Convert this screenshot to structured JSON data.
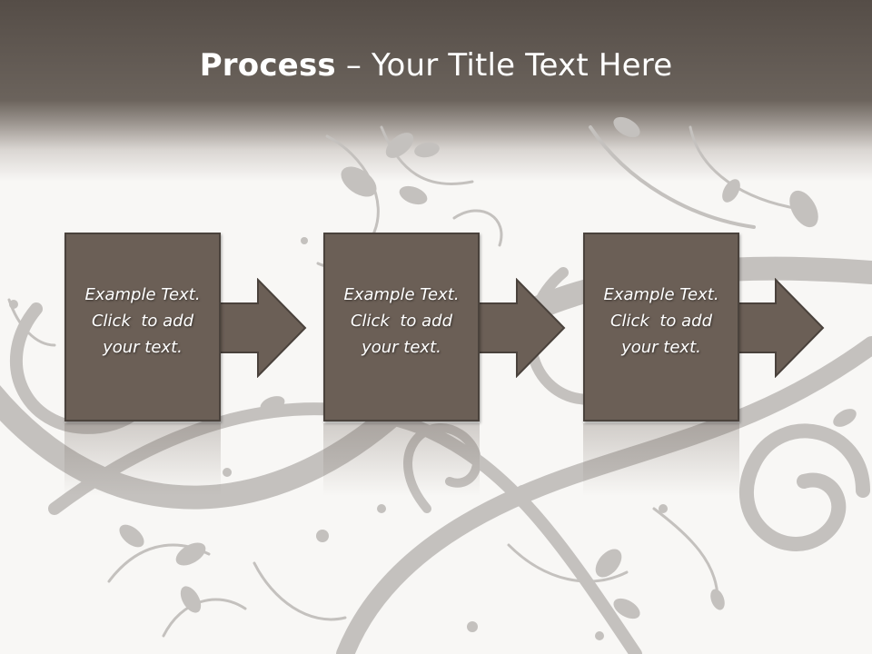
{
  "slide": {
    "title_bold": "Process",
    "title_rest": " – Your Title Text Here",
    "steps": [
      {
        "line1": "Example Text.",
        "line2": "Click  to add",
        "line3": "your text."
      },
      {
        "line1": "Example Text.",
        "line2": "Click  to add",
        "line3": "your text."
      },
      {
        "line1": "Example Text.",
        "line2": "Click  to add",
        "line3": "your text."
      }
    ]
  },
  "colors": {
    "header_dark": "#554d47",
    "box_fill": "#6b5f56",
    "box_border": "#4a423c",
    "ornament": "#bdbab7",
    "background": "#f8f7f5"
  }
}
